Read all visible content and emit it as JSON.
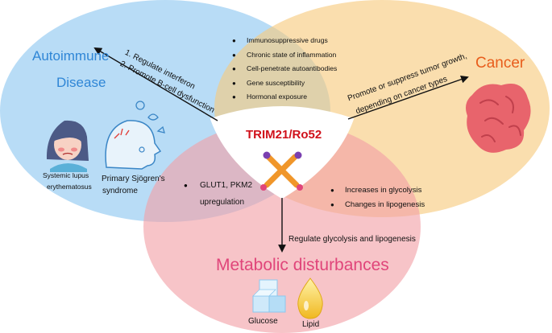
{
  "center": {
    "title": "TRIM21/Ro52"
  },
  "autoimmune": {
    "title_line1": "Autoimmune",
    "title_line2": "Disease",
    "arrow_labels": [
      "1.   Regulate  interferon",
      "2.   Promote B-cell dysfunction"
    ],
    "examples": [
      {
        "line1": "Systemic lupus",
        "line2": "erythematosus"
      },
      {
        "line1": "Primary Sjögren's",
        "line2": "syndrome"
      }
    ]
  },
  "cancer": {
    "title": "Cancer",
    "arrow_label_line1": "Promote or suppress tumor growth,",
    "arrow_label_line2": "depending on cancer types"
  },
  "metabolic": {
    "title": "Metabolic disturbances",
    "arrow_label": "Regulate glycolysis and lipogenesis",
    "glucose_label": "Glucose",
    "lipid_label": "Lipid"
  },
  "overlap_autoimmune_cancer": [
    "Immunosuppressive drugs",
    "Chronic state of inflammation",
    "Cell-penetrate autoantibodies",
    "Gene susceptibility",
    "Hormonal exposure"
  ],
  "overlap_autoimmune_metabolic": {
    "line1": "GLUT1, PKM2",
    "line2": "upregulation"
  },
  "overlap_cancer_metabolic": [
    "Increases in glycolysis",
    "Changes in lipogenesis"
  ],
  "colors": {
    "autoimmune_circle": "#8cc6f0",
    "cancer_circle": "#f7c97c",
    "metabolic_circle": "#f2a0a6",
    "center_title": "#d0101a",
    "autoimmune_title": "#2f86d6",
    "cancer_title": "#e85d1c",
    "metabolic_title": "#e0457a"
  }
}
